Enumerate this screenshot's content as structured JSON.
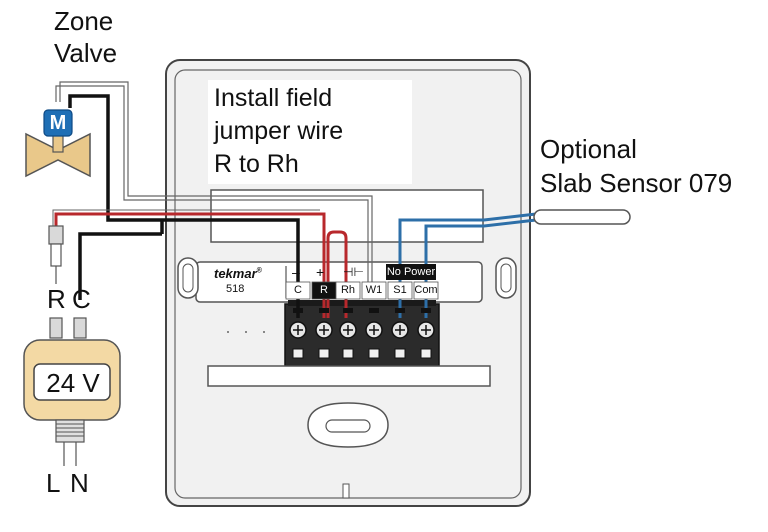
{
  "zone_valve": {
    "title_line1": "Zone",
    "title_line2": "Valve",
    "motor_letter": "M"
  },
  "instruction": {
    "line1": "Install field",
    "line2": "jumper wire",
    "line3": "R to Rh"
  },
  "sensor": {
    "line1": "Optional",
    "line2": "Slab Sensor 079"
  },
  "transformer": {
    "voltage": "24 V",
    "top_left": "R",
    "top_right": "C",
    "bottom_left": "L",
    "bottom_right": "N"
  },
  "control": {
    "brand": "tekmar",
    "brand_mark": "®",
    "model": "518",
    "no_power_label": "No Power",
    "power_symbols": {
      "minus": "–",
      "plus": "+",
      "contact": "⊣⊢"
    },
    "terminals": [
      "C",
      "R",
      "Rh",
      "W1",
      "S1",
      "Com"
    ]
  },
  "colors": {
    "red_wire": "#b8282c",
    "black_wire": "#111111",
    "blue_wire": "#2d6fa8",
    "motor_badge": "#1f6fb5",
    "valve_body": "#e9c88a",
    "transformer_body": "#f3d9a4",
    "housing_fill": "#ececec"
  }
}
